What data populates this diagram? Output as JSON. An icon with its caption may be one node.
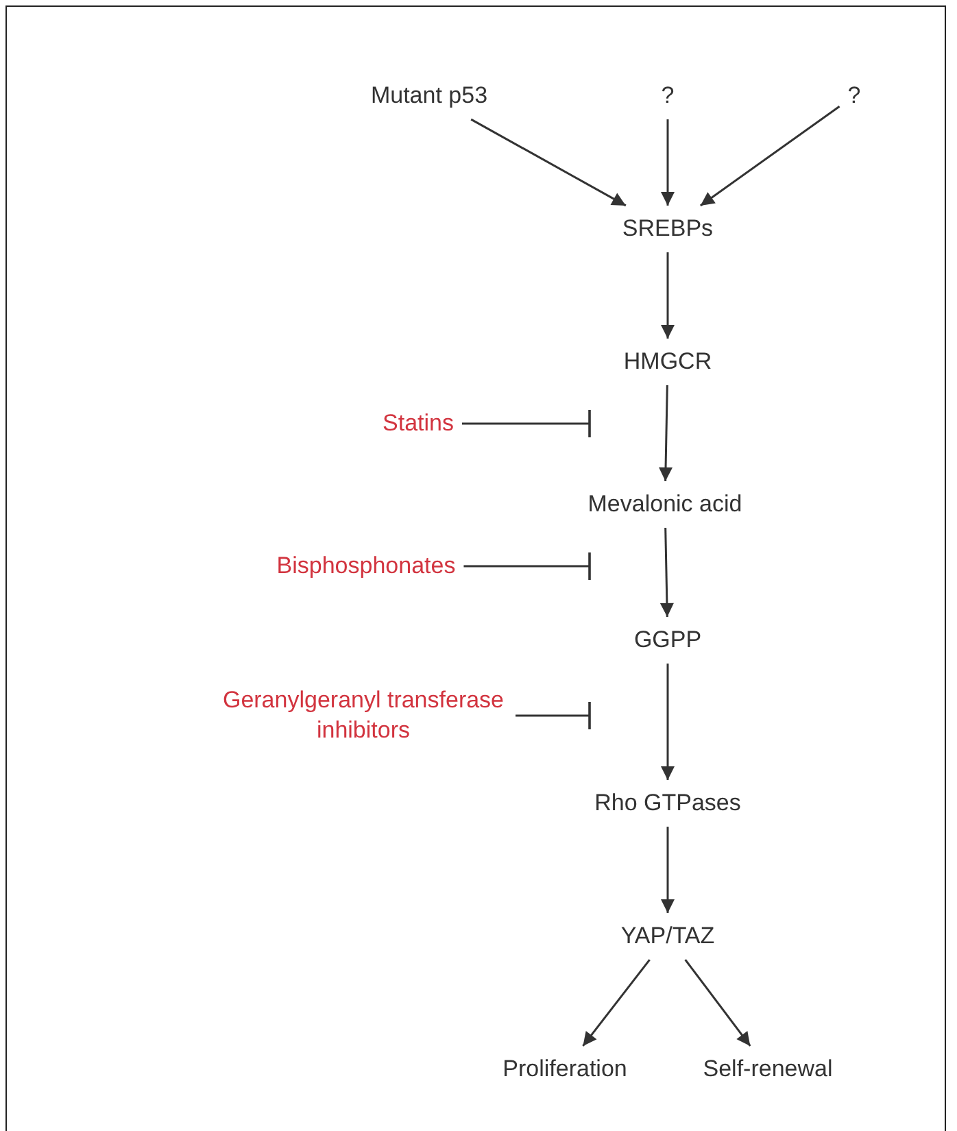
{
  "diagram": {
    "nodes": [
      {
        "text": [
          "Mutant p53"
        ]
      },
      {
        "text": [
          "?"
        ]
      },
      {
        "text": [
          "?"
        ]
      },
      {
        "text": [
          "SREBPs"
        ]
      },
      {
        "text": [
          "HMGCR"
        ]
      },
      {
        "text": [
          "Statins"
        ]
      },
      {
        "text": [
          "Mevalonic acid"
        ]
      },
      {
        "text": [
          "Bisphosphonates"
        ]
      },
      {
        "text": [
          "GGPP"
        ]
      },
      {
        "text": [
          "Geranylgeranyl transferase inhibitors"
        ]
      },
      {
        "text": [
          "Rho GTPases"
        ]
      },
      {
        "text": [
          "YAP/TAZ"
        ]
      },
      {
        "text": [
          "Proliferation"
        ]
      },
      {
        "text": [
          "Self-renewal"
        ]
      }
    ],
    "edges": [
      {
        "from": 0,
        "to": 3,
        "arrow": "to"
      },
      {
        "from": 1,
        "to": 3,
        "arrow": "to"
      },
      {
        "from": 2,
        "to": 3,
        "arrow": "to"
      },
      {
        "from": 3,
        "to": 4,
        "arrow": "to"
      },
      {
        "from": 4,
        "to": 6,
        "arrow": "to"
      },
      {
        "from": 5,
        "to": null,
        "arrow": "other"
      },
      {
        "from": 6,
        "to": 8,
        "arrow": "to"
      },
      {
        "from": 7,
        "to": null,
        "arrow": "other"
      },
      {
        "from": 8,
        "to": 10,
        "arrow": "to"
      },
      {
        "from": 9,
        "to": null,
        "arrow": "other"
      },
      {
        "from": 10,
        "to": 11,
        "arrow": "to"
      },
      {
        "from": 11,
        "to": 12,
        "arrow": "to"
      },
      {
        "from": 11,
        "to": 13,
        "arrow": "to"
      }
    ]
  }
}
